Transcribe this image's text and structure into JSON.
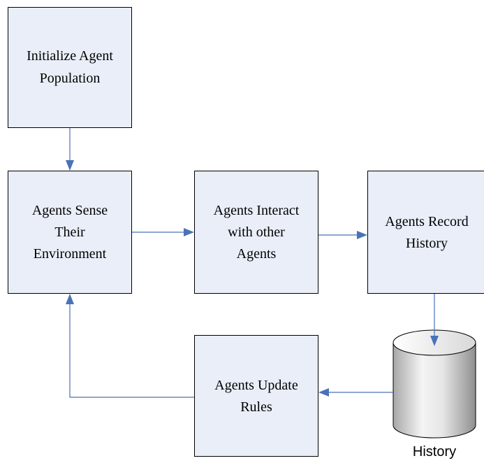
{
  "nodes": {
    "init": {
      "line1": "Initialize Agent",
      "line2": "Population"
    },
    "sense": {
      "line1": "Agents Sense",
      "line2": "Their",
      "line3": "Environment"
    },
    "interact": {
      "line1": "Agents Interact",
      "line2": "with other",
      "line3": "Agents"
    },
    "record": {
      "line1": "Agents Record",
      "line2": "History"
    },
    "update": {
      "line1": "Agents Update",
      "line2": "Rules"
    }
  },
  "datastore": {
    "label": "History",
    "icon": "database-cylinder-icon"
  },
  "colors": {
    "box_fill": "#e9eef8",
    "box_stroke": "#000000",
    "arrow": "#4a72b8",
    "cylinder_light": "#f2f2f2",
    "cylinder_dark": "#9a9a9a"
  }
}
